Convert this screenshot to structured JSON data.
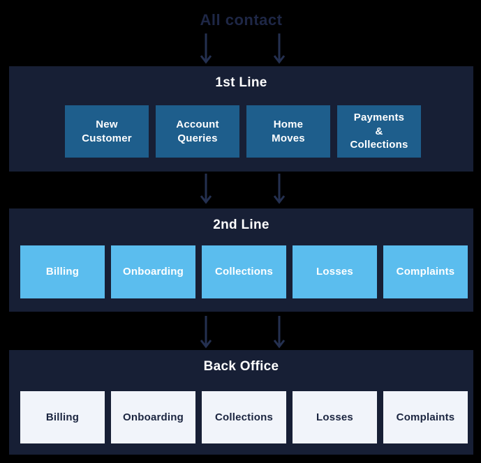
{
  "header": {
    "title": "All contact"
  },
  "tiers": [
    {
      "label": "1st Line",
      "boxes": [
        {
          "label": "New\nCustomer"
        },
        {
          "label": "Account\nQueries"
        },
        {
          "label": "Home\nMoves"
        },
        {
          "label": "Payments\n&\nCollections"
        }
      ]
    },
    {
      "label": "2nd Line",
      "boxes": [
        {
          "label": "Billing"
        },
        {
          "label": "Onboarding"
        },
        {
          "label": "Collections"
        },
        {
          "label": "Losses"
        },
        {
          "label": "Complaints"
        }
      ]
    },
    {
      "label": "Back Office",
      "boxes": [
        {
          "label": "Billing"
        },
        {
          "label": "Onboarding"
        },
        {
          "label": "Collections"
        },
        {
          "label": "Losses"
        },
        {
          "label": "Complaints"
        }
      ]
    }
  ],
  "icons": [
    {
      "name": "down-arrow-icon",
      "glyph": "↓"
    }
  ],
  "colors": {
    "background": "#000000",
    "panel": "#171F35",
    "arrow": "#243050",
    "top_title_text": "#1E2746",
    "panel_title_text": "#FFFFFF",
    "tier1_box": "#1E5E8C",
    "tier2_box": "#5BBDEE",
    "tier3_box": "#F1F4FA",
    "box_text_light": "#FFFFFF",
    "box_text_dark": "#1B2540"
  }
}
